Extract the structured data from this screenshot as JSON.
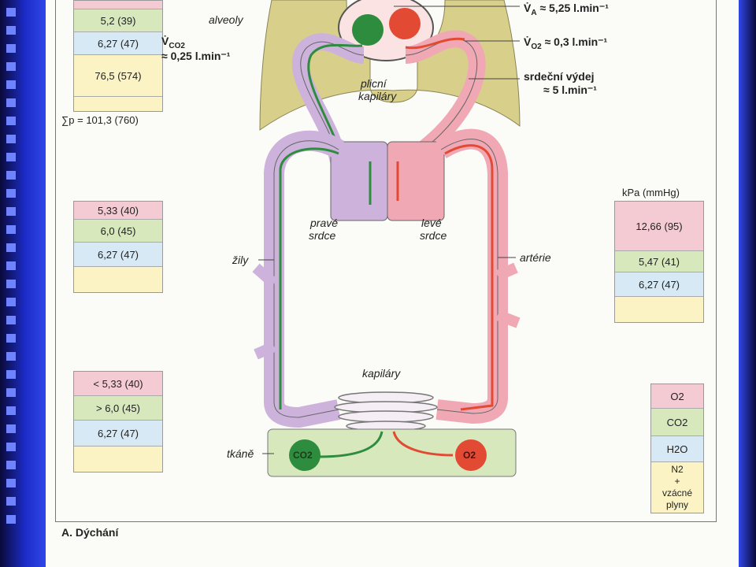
{
  "colors": {
    "o2": "#f4cbd3",
    "co2": "#d6e8bc",
    "h2o": "#d6e9f4",
    "n2": "#fbf3c3",
    "oxygenated_blood": "#f0a8b4",
    "deoxygenated_blood": "#cdb2dc",
    "arrow_red": "#e34a33",
    "arrow_green": "#2e8c3e"
  },
  "labels": {
    "alveoly": "alveoly",
    "va": "V̇",
    "va_sub": "A",
    "va_value": "≈ 5,25 l.min⁻¹",
    "vco2": "V̇",
    "vco2_sub": "CO2",
    "vco2_value": "≈ 0,25 l.min⁻¹",
    "vo2": "V̇",
    "vo2_sub": "O2",
    "vo2_value": "≈ 0,3 l.min⁻¹",
    "srdecni_vydej": "srdeční výdej",
    "srdecni_vydej_value": "≈ 5 l.min⁻¹",
    "plicni_kapilary_1": "plicní",
    "plicni_kapilary_2": "kapiláry",
    "prave_srdce_1": "pravé",
    "prave_srdce_2": "srdce",
    "leve_srdce_1": "levé",
    "leve_srdce_2": "srdce",
    "zily": "žily",
    "arterie": "artérie",
    "kapilary": "kapiláry",
    "tkane": "tkáně",
    "co2_ball": "CO2",
    "o2_ball": "O2",
    "sum_p": "∑p = 101,3 (760)",
    "kpa_header": "kPa (mmHg)",
    "caption": "A. Dýchání"
  },
  "alveolar_column": [
    "5,2 (39)",
    "6,27 (47)",
    "76,5 (574)"
  ],
  "venous_column": [
    "5,33 (40)",
    "6,0 (45)",
    "6,27 (47)"
  ],
  "tissue_column": [
    "< 5,33 (40)",
    "> 6,0 (45)",
    "6,27 (47)"
  ],
  "arterial_column": [
    "12,66 (95)",
    "5,47 (41)",
    "6,27 (47)"
  ],
  "legend": {
    "o2": "O2",
    "co2": "CO2",
    "h2o": "H2O",
    "n2_line1": "N2",
    "n2_line2": "+",
    "n2_line3": "vzácné",
    "n2_line4": "plyny"
  }
}
